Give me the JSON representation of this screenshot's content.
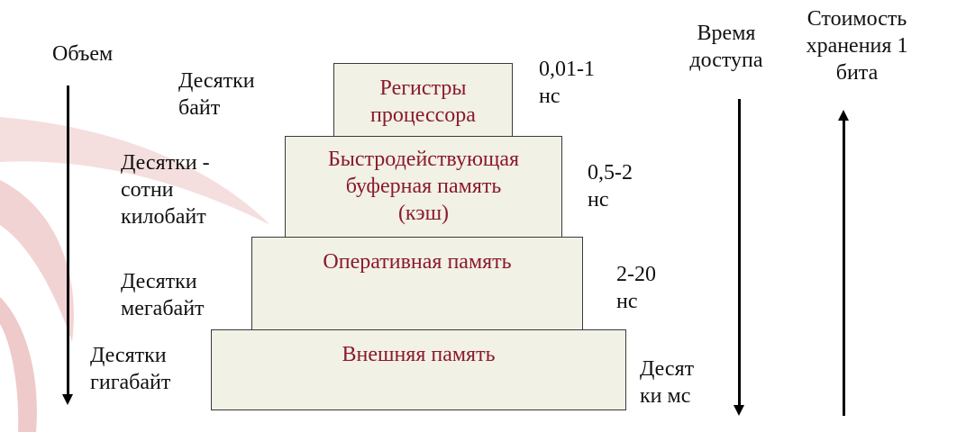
{
  "colors": {
    "tier_fill": "#f1f1e6",
    "tier_text": "#8b1a2b",
    "decor_swoosh": "#e8b4b4"
  },
  "axes": {
    "volume_label": "Объем",
    "access_time_label": "Время\nдоступа",
    "cost_label": "Стоимость\nхранения 1\nбита"
  },
  "tiers": [
    {
      "name": "Регистры\nпроцессора",
      "volume": "Десятки\nбайт",
      "access_time": "0,01-1\nнс"
    },
    {
      "name": "Быстродействующая\nбуферная память\n(кэш)",
      "volume": "Десятки -\nсотни\nкилобайт",
      "access_time": "0,5-2\nнс"
    },
    {
      "name": "Оперативная память",
      "volume": "Десятки\nмегабайт",
      "access_time": "2-20\nнс"
    },
    {
      "name": "Внешняя память",
      "volume": "Десятки\nгигабайт",
      "access_time": "Десят\nки мс"
    }
  ]
}
